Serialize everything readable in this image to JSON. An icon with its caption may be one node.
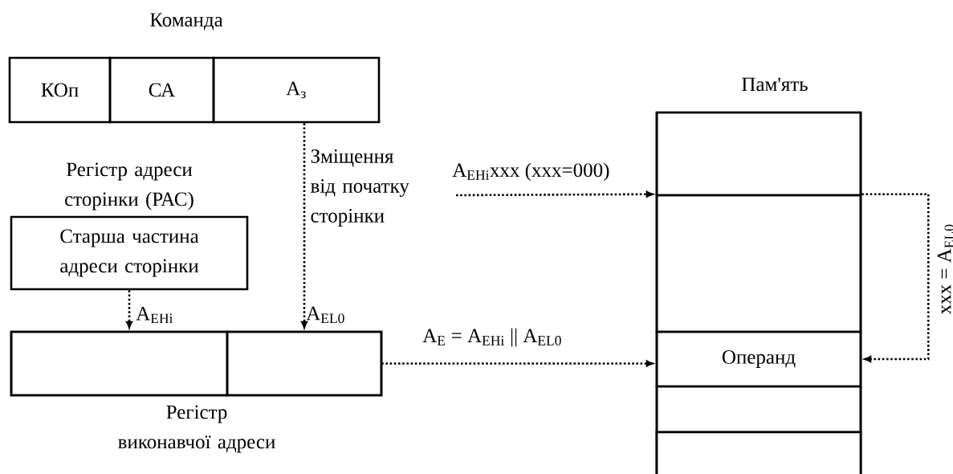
{
  "diagram": {
    "nodes": [
      {
        "text": [
          "КОп"
        ]
      },
      {
        "text": [
          "СА"
        ]
      },
      {
        "text": [
          "A$_{з}$"
        ]
      },
      {
        "text": [
          "Регістр адреси сторінки (РАС)",
          "Старша частина адреси сторінки"
        ]
      },
      {
        "text": [
          "Регістр виконавчої адреси"
        ]
      },
      {
        "text": [],
        "shape": "box",
        "in": 4
      },
      {
        "text": [],
        "shape": "box",
        "in": 4
      },
      {
        "text": [
          "Пам'ять"
        ]
      },
      {
        "text": [],
        "shape": "box",
        "in": 7
      },
      {
        "text": [],
        "shape": "box",
        "in": 7
      },
      {
        "text": [
          "Операнд"
        ],
        "in": 7
      },
      {
        "text": [],
        "shape": "box",
        "in": 7
      },
      {
        "text": [],
        "shape": "box",
        "in": 7
      }
    ],
    "edges": [
      {
        "from": 2,
        "to": 6,
        "arrow": "to",
        "label": "A$_{EL0}$"
      },
      {
        "from": 3,
        "to": 5,
        "arrow": "to",
        "label": "A$_{EHi}$"
      },
      {
        "from": 4,
        "to": 10,
        "arrow": "to",
        "label": "A$_{E}$ = A$_{EHi}$ || A$_{EL0}$"
      },
      {
        "from": null,
        "to": 9,
        "arrow": "to",
        "label": "A$_{EHi}$xxx (xxx=000)"
      },
      {
        "from": 9,
        "to": 10,
        "arrow": "to",
        "label": "xxx = A$_{EL0}$"
      }
    ],
    "labels": [
      "Команда",
      "Зміщення від початку сторінки"
    ]
  }
}
